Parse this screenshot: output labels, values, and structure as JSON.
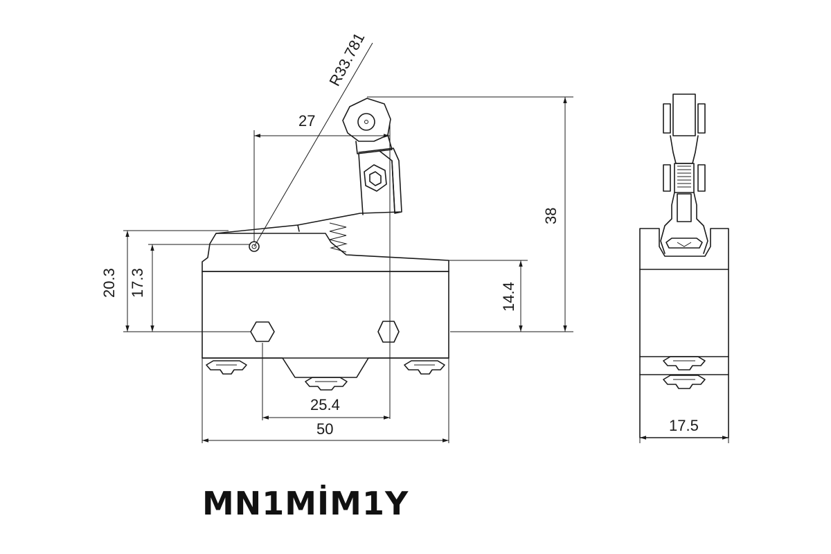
{
  "model": "MN1MİM1Y",
  "dimensions": {
    "radius": "R33.781",
    "lever_offset": "27",
    "total_height": "38",
    "height_20_3": "20.3",
    "height_17_3": "17.3",
    "height_14_4": "14.4",
    "hole_spacing": "25.4",
    "body_length": "50",
    "side_width": "17.5"
  }
}
